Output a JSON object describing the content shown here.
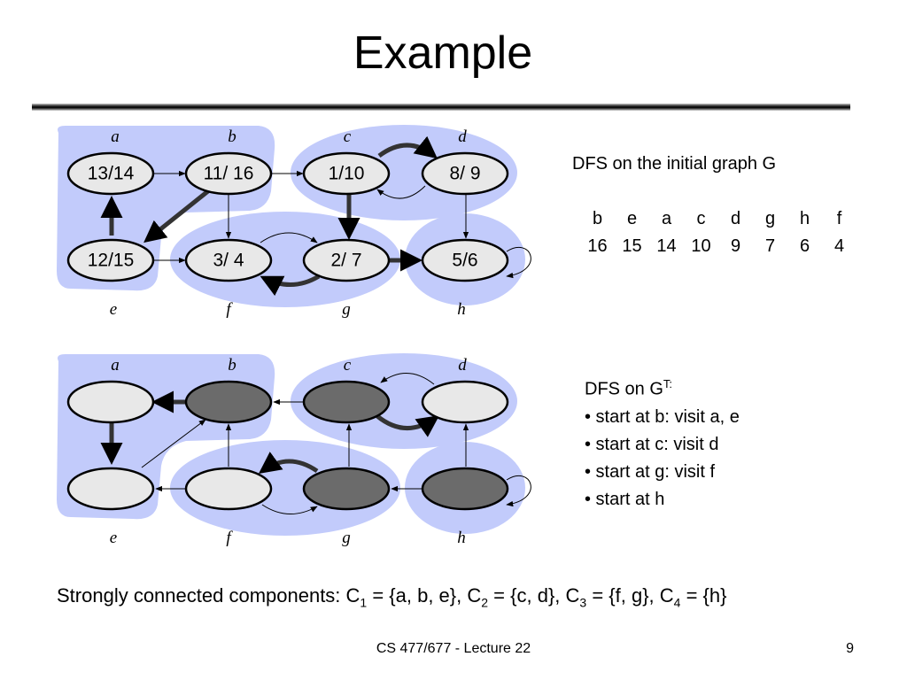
{
  "title": "Example",
  "top_vertex_labels": [
    "a",
    "b",
    "c",
    "d"
  ],
  "bottom_vertex_labels": [
    "e",
    "f",
    "g",
    "h"
  ],
  "graph1": {
    "nodes": {
      "a": "13/14",
      "b": "11/ 16",
      "c": "1/10",
      "d": "8/ 9",
      "e": "12/15",
      "f": "3/ 4",
      "g": "2/ 7",
      "h": "5/6"
    }
  },
  "info1": {
    "heading": "DFS on the initial graph G",
    "order_letters": [
      "b",
      "e",
      "a",
      "c",
      "d",
      "g",
      "h",
      "f"
    ],
    "order_numbers": [
      "16",
      "15",
      "14",
      "10",
      "9",
      "7",
      "6",
      "4"
    ]
  },
  "info2": {
    "heading": "DFS on G",
    "heading_sup": "T:",
    "items": [
      "• start at b: visit a, e",
      "• start at c: visit d",
      "• start at g: visit f",
      "• start at h"
    ]
  },
  "scc": {
    "prefix": "Strongly connected components: C",
    "s1": "1",
    "t1": " = {a, b, e}, C",
    "s2": "2",
    "t2": " = {c, d}, C",
    "s3": "3",
    "t3": " = {f, g}, C",
    "s4": "4",
    "t4": " = {h}"
  },
  "footer": "CS 477/677 - Lecture 22",
  "page_number": "9",
  "colors": {
    "highlight": "#c2cbfb",
    "node_light": "#e8e8e8",
    "node_dark": "#6b6b6b"
  }
}
